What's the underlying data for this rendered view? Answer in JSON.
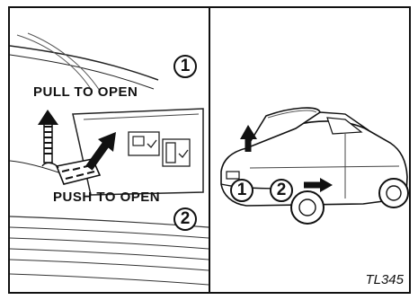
{
  "left_panel": {
    "step_1": "1",
    "step_2": "2",
    "pull_label": "PULL TO OPEN",
    "push_label": "PUSH TO OPEN"
  },
  "right_panel": {
    "step_1": "1",
    "step_2": "2"
  },
  "figure_code": "TL345"
}
